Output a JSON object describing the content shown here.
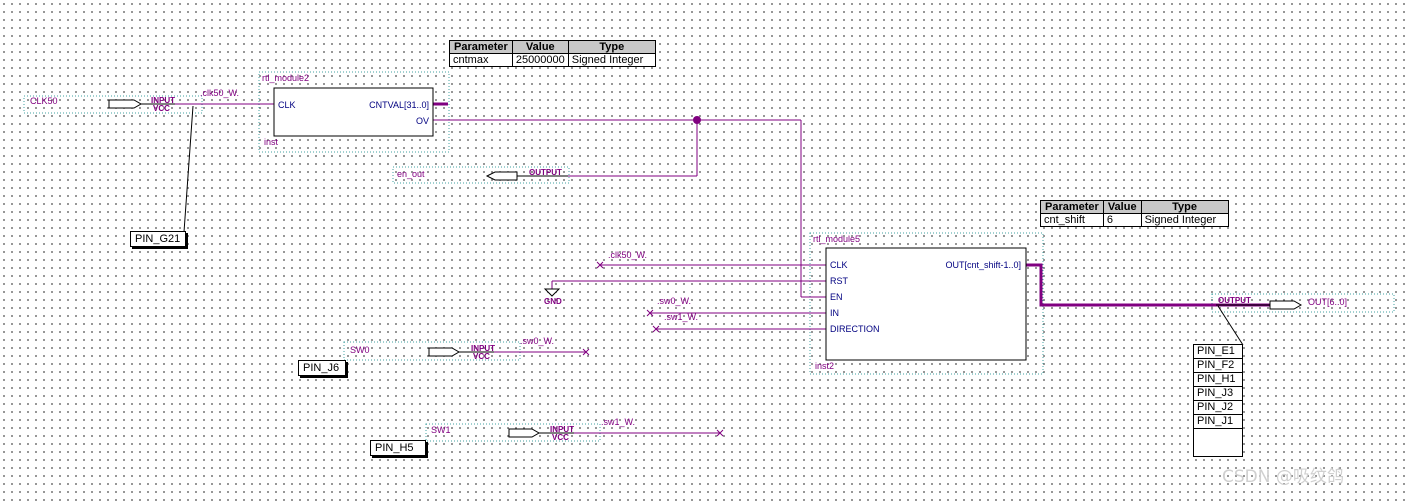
{
  "colors": {
    "wire": "#800080",
    "text_port": "#800080",
    "text_block": "#000080",
    "frame": "#40a0a0",
    "bus": "#800080"
  },
  "inputs": {
    "clk50": {
      "name": "CLK50",
      "dir": "INPUT",
      "sub": "VCC",
      "net": ".clk50_W."
    },
    "sw0": {
      "name": "SW0",
      "dir": "INPUT",
      "sub": "VCC",
      "net": ".sw0_W."
    },
    "sw1": {
      "name": "SW1",
      "dir": "INPUT",
      "sub": "VCC",
      "net": ".sw1_W."
    }
  },
  "outputs": {
    "en_out": {
      "name": "en_out",
      "dir": "OUTPUT"
    },
    "out": {
      "name": "OUT[6..0]",
      "dir": "OUTPUT"
    }
  },
  "module2": {
    "type": "rtl_module2",
    "inst": "inst",
    "ports": {
      "clk": "CLK",
      "cntval": "CNTVAL[31..0]",
      "ov": "OV"
    },
    "param_headers": [
      "Parameter",
      "Value",
      "Type"
    ],
    "params": [
      [
        "cntmax",
        "25000000",
        "Signed Integer"
      ]
    ]
  },
  "module5": {
    "type": "rtl_module5",
    "inst": "inst2",
    "ports": {
      "clk": "CLK",
      "rst": "RST",
      "en": "EN",
      "in": "IN",
      "direction": "DIRECTION",
      "out": "OUT[cnt_shift-1..0]"
    },
    "param_headers": [
      "Parameter",
      "Value",
      "Type"
    ],
    "params": [
      [
        "cnt_shift",
        "6",
        "Signed Integer"
      ]
    ]
  },
  "net_labels": {
    "clk50": ".clk50_W.",
    "sw0": ".sw0_W.",
    "sw1": ".sw1_W."
  },
  "gnd": "GND",
  "pins": {
    "clk50": "PIN_G21",
    "sw0": "PIN_J6",
    "sw1": "PIN_H5",
    "out": [
      "PIN_E1",
      "PIN_F2",
      "PIN_H1",
      "PIN_J3",
      "PIN_J2",
      "PIN_J1"
    ]
  },
  "watermark": "CSDN @吸纹鸽"
}
